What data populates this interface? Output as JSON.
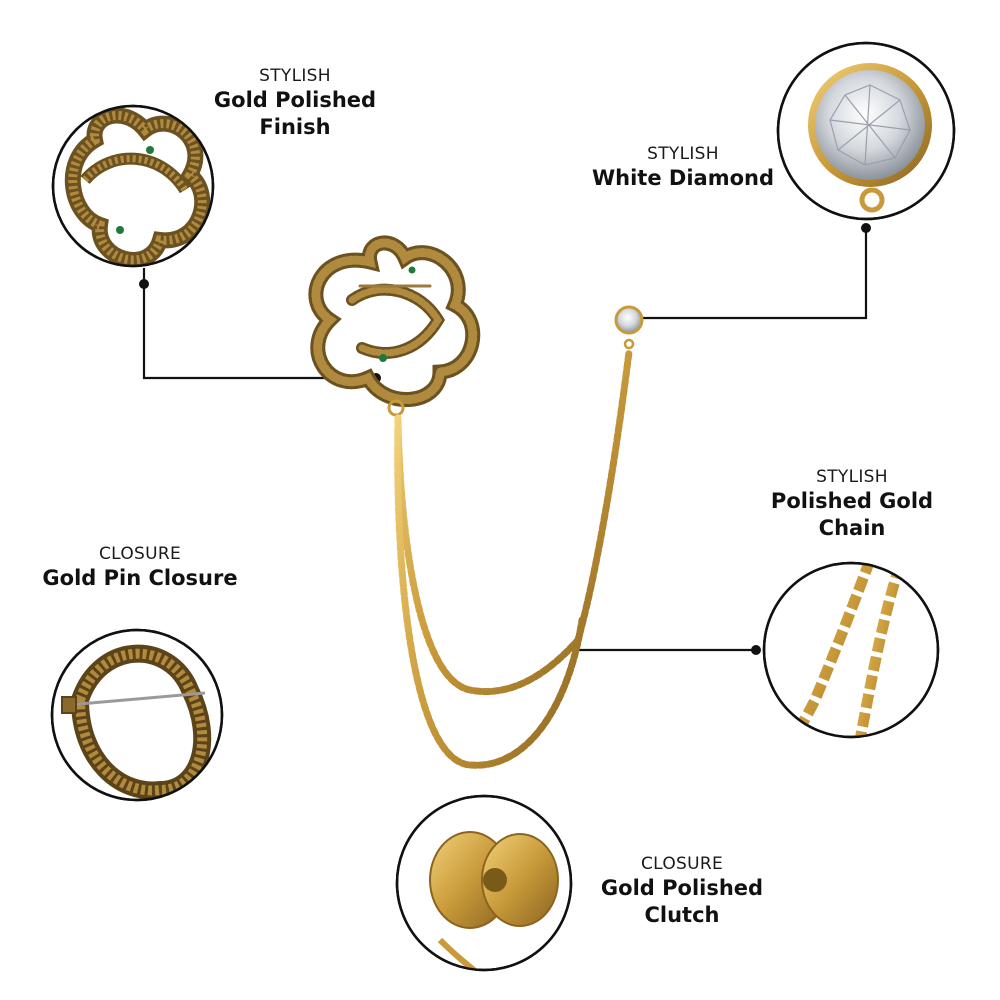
{
  "features": [
    {
      "category": "STYLISH",
      "title_line1": "Gold Polished",
      "title_line2": "Finish"
    },
    {
      "category": "STYLISH",
      "title_line1": "White Diamond",
      "title_line2": ""
    },
    {
      "category": "STYLISH",
      "title_line1": "Polished Gold",
      "title_line2": "Chain"
    },
    {
      "category": "CLOSURE",
      "title_line1": "Gold Pin Closure",
      "title_line2": ""
    },
    {
      "category": "CLOSURE",
      "title_line1": "Gold Polished",
      "title_line2": "Clutch"
    }
  ],
  "colors": {
    "background": "#ffffff",
    "gold": "#c99a3a",
    "antique_gold": "#8a6a2a",
    "dark_outline": "#111111",
    "crystal": "#d9dde3",
    "emerald": "#1f7a3a"
  },
  "icons": [
    "snake-brooch",
    "white-diamond-stud",
    "gold-chain",
    "pin-closure",
    "butterfly-clutch"
  ]
}
